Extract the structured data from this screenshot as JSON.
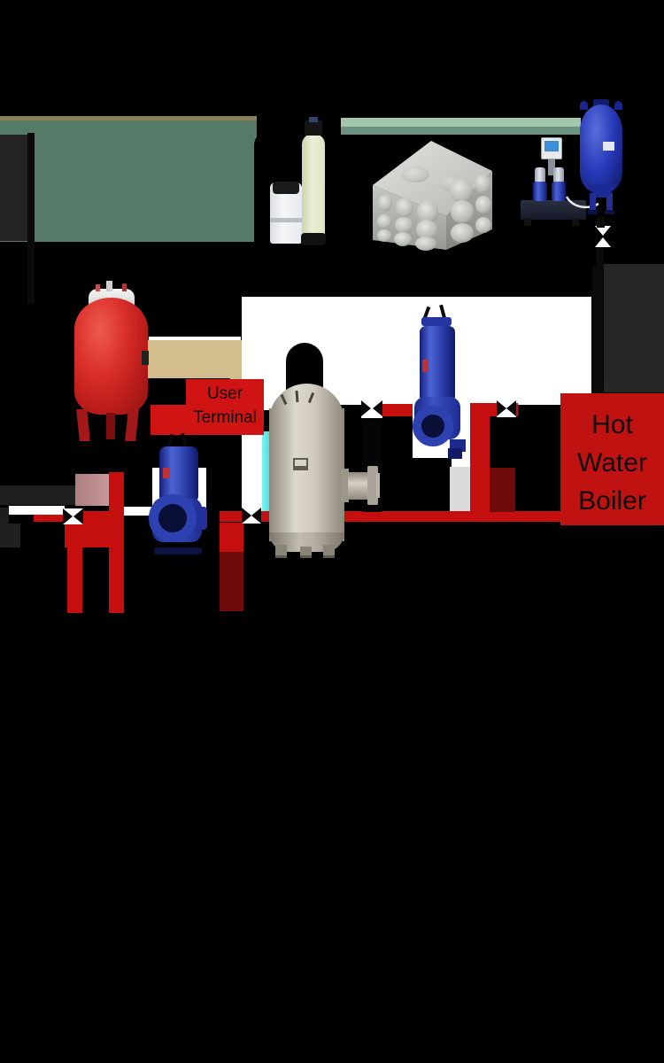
{
  "labels": {
    "user_terminal": {
      "line1": "User",
      "line2": "Terminal"
    },
    "hot_water_boiler": {
      "line1": "Hot",
      "line2": "Water",
      "line3": "Boiler"
    }
  },
  "colors": {
    "background": "#000000",
    "pipe_red": "#c50f0f",
    "label_red": "#d01313",
    "boiler_red": "#c11212",
    "dark_red": "#6e0c0c",
    "mauve_shadow": "#b98a8a",
    "cyan_pipe": "#38e2e6",
    "sage_green": "#557a67",
    "mint_green": "#a4c7ab",
    "khaki_line": "#8b7f58",
    "tan_block": "#d3bd8d",
    "photo_white": "#ffffff",
    "panel_dark_grey": "#232323",
    "expansion_tank_red": "#d92f2a",
    "equipment_blue": "#2b3da8",
    "pressure_tank_blue": "#2739b8",
    "steel_grey": "#b9bbb7",
    "heat_exchanger_champagne": "#d0cabe"
  },
  "equipment_icons": [
    "control-cabinet",
    "water-softener",
    "stainless-steel-panel-tank",
    "variable-frequency-booster-pump-set",
    "diaphragm-pressure-tank",
    "red-expansion-tank",
    "submersible-pump-1",
    "submersible-pump-2",
    "volumetric-heat-exchanger",
    "pipe-valve"
  ]
}
